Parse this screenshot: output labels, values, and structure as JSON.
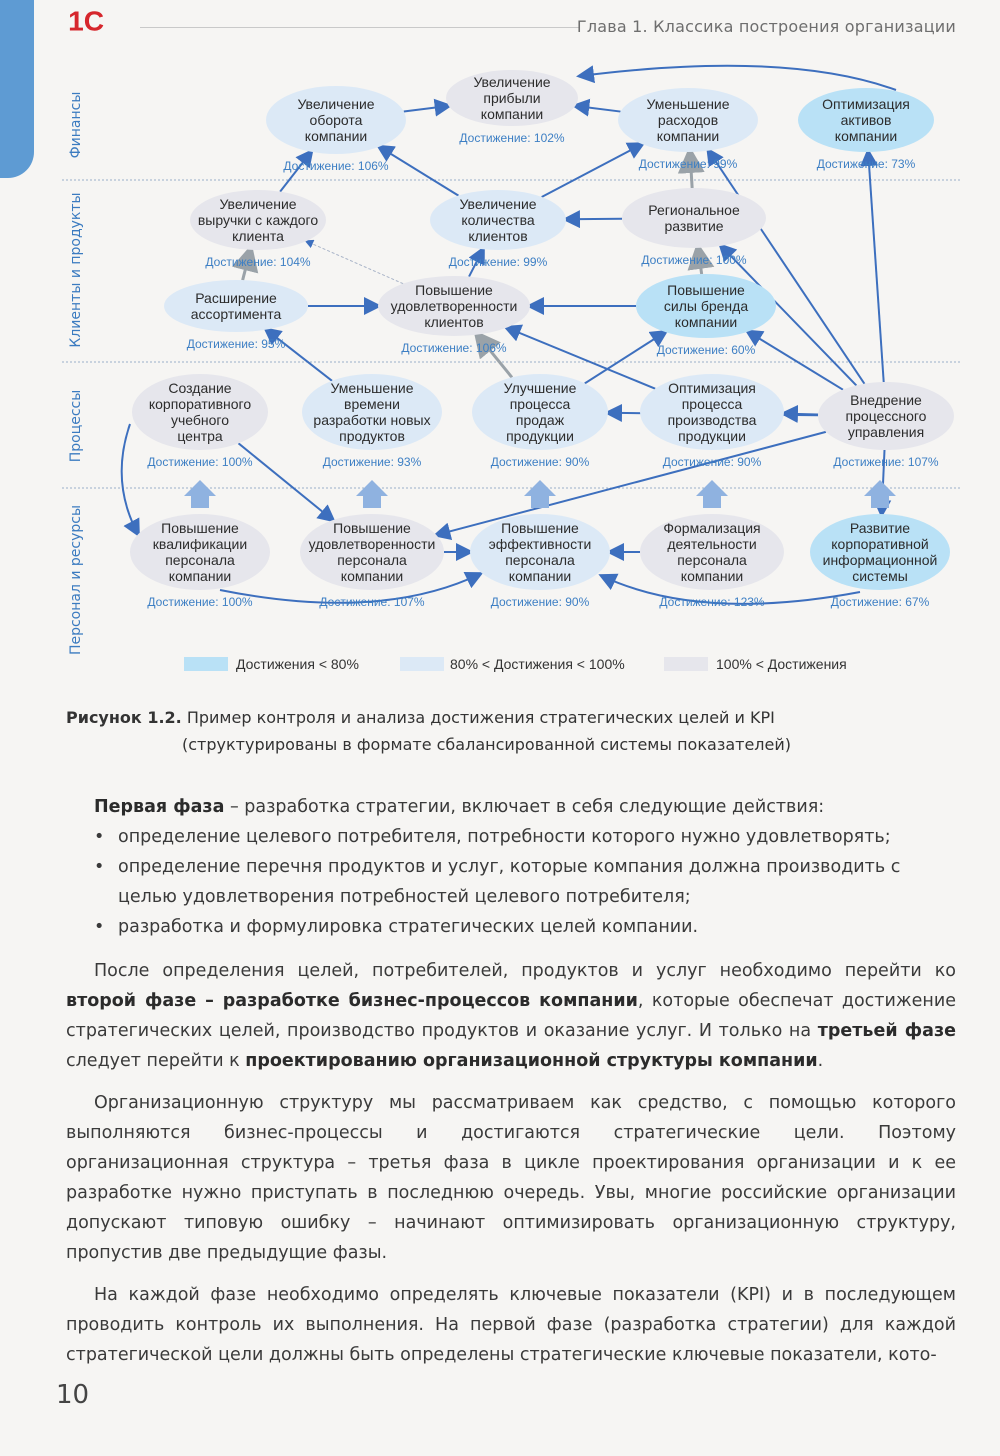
{
  "header": {
    "logo_text": "1С",
    "chapter_title": "Глава 1. Классика построения организации"
  },
  "lanes": [
    "Финансы",
    "Клиенты и продукты",
    "Процессы",
    "Персонал и ресурсы"
  ],
  "nodes": {
    "turnover": {
      "label": [
        "Увеличение",
        "оборота",
        "компании"
      ],
      "achievement": "Достижение: 106%"
    },
    "profit": {
      "label": [
        "Увеличение",
        "прибыли",
        "компании"
      ],
      "achievement": "Достижение: 102%"
    },
    "costs": {
      "label": [
        "Уменьшение",
        "расходов",
        "компании"
      ],
      "achievement": "Достижение: 99%"
    },
    "assets": {
      "label": [
        "Оптимизация",
        "активов",
        "компании"
      ],
      "achievement": "Достижение: 73%"
    },
    "revenue_per_client": {
      "label": [
        "Увеличение",
        "выручки с каждого",
        "клиента"
      ],
      "achievement": "Достижение: 104%"
    },
    "clients_count": {
      "label": [
        "Увеличение",
        "количества",
        "клиентов"
      ],
      "achievement": "Достижение: 99%"
    },
    "regional": {
      "label": [
        "Региональное",
        "развитие"
      ],
      "achievement": "Достижение: 100%"
    },
    "assortment": {
      "label": [
        "Расширение",
        "ассортимента"
      ],
      "achievement": "Достижение: 95%"
    },
    "satisfaction": {
      "label": [
        "Повышение",
        "удовлетворенности",
        "клиентов"
      ],
      "achievement": "Достижение: 106%"
    },
    "brand": {
      "label": [
        "Повышение",
        "силы бренда",
        "компании"
      ],
      "achievement": "Достижение: 60%"
    },
    "training_center": {
      "label": [
        "Создание",
        "корпоративного",
        "учебного",
        "центра"
      ],
      "achievement": "Достижение: 100%"
    },
    "dev_time": {
      "label": [
        "Уменьшение",
        "времени",
        "разработки новых",
        "продуктов"
      ],
      "achievement": "Достижение: 93%"
    },
    "sales_process": {
      "label": [
        "Улучшение",
        "процесса",
        "продаж",
        "продукции"
      ],
      "achievement": "Достижение: 90%"
    },
    "production_process": {
      "label": [
        "Оптимизация",
        "процесса",
        "производства",
        "продукции"
      ],
      "achievement": "Достижение: 90%"
    },
    "process_mgmt": {
      "label": [
        "Внедрение",
        "процессного",
        "управления"
      ],
      "achievement": "Достижение: 107%"
    },
    "qualification": {
      "label": [
        "Повышение",
        "квалификации",
        "персонала",
        "компании"
      ],
      "achievement": "Достижение: 100%"
    },
    "staff_satisfaction": {
      "label": [
        "Повышение",
        "удовлетворенности",
        "персонала",
        "компании"
      ],
      "achievement": "Достижение: 107%"
    },
    "staff_efficiency": {
      "label": [
        "Повышение",
        "эффективности",
        "персонала",
        "компании"
      ],
      "achievement": "Достижение: 90%"
    },
    "formalization": {
      "label": [
        "Формализация",
        "деятельности",
        "персонала",
        "компании"
      ],
      "achievement": "Достижение: 123%"
    },
    "info_system": {
      "label": [
        "Развитие",
        "корпоративной",
        "информационной",
        "системы"
      ],
      "achievement": "Достижение: 67%"
    }
  },
  "legend": [
    "Достижения < 80%",
    "80% < Достижения < 100%",
    "100% < Достижения"
  ],
  "colors": {
    "low": "#b9e1f6",
    "mid": "#dce9f6",
    "high": "#e6e6ec",
    "arrow": "#3d6fbe",
    "text_blue": "#3d7fc4",
    "accent": "#5e9bd3"
  },
  "caption": {
    "label": "Рисунок 1.2.",
    "line1": "Пример контроля и анализа достижения стратегических целей и KPI",
    "line2": "(структурированы в формате сбалансированной системы показателей)"
  },
  "body": {
    "p1_bold": "Первая фаза",
    "p1_text": " – разработка стратегии, включает в себя следующие действия:",
    "bullets": [
      "определение целевого потребителя, потребности которого нужно удовлетворять;",
      "определение перечня продуктов и услуг, которые компания должна производить с целью удовлетворения потребностей целевого потребителя;",
      "разработка и формулировка стратегических целей компании."
    ],
    "p2_a": "После определения целей, потребителей, продуктов и услуг необходимо перейти ко ",
    "p2_b": "второй фазе – разработке бизнес-процессов компании",
    "p2_c": ", которые обеспечат достижение стратегических целей, производство продуктов и оказание услуг. И только на ",
    "p2_d": "третьей фазе",
    "p2_e": " следует перейти к ",
    "p2_f": "проектированию организационной структуры компании",
    "p2_g": ".",
    "p3": "Организационную структуру мы рассматриваем как средство, с помощью которого выполняются бизнес-процессы и достигаются стратегические цели. Поэтому организационная структура – третья фаза в цикле проектирования организации и к ее разработке нужно приступать в последнюю очередь. Увы, многие российские организации допускают типовую ошибку – начинают оптимизировать организационную структуру, пропустив две предыдущие фазы.",
    "p4": "На каждой фазе необходимо определять ключевые показатели (KPI) и в последующем проводить контроль их выполнения. На первой фазе (разработка стратегии) для каждой стратегической цели должны быть определены стратегические ключевые показатели, кото-"
  },
  "page_number": "10"
}
